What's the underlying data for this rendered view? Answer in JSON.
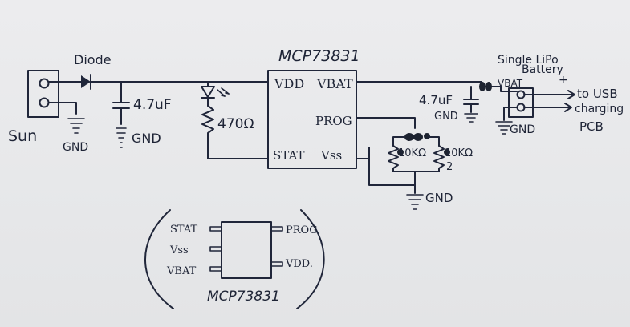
{
  "labels": {
    "chip_title": "MCP73831",
    "chip_title_bottom": "MCP73831",
    "diode": "Diode",
    "sun": "Sun",
    "gnd_left": "GND",
    "gnd_cap_left": "GND",
    "cap_left": "4.7uF",
    "resistor_led": "470Ω",
    "cap_right": "4.7uF",
    "gnd_cap_right": "GND",
    "battery_1": "Single LiPo",
    "battery_2": "Battery",
    "vbat_batt": "VBAT",
    "plus": "+",
    "to_usb": "to USB",
    "charging": "charging",
    "pcb": "PCB",
    "gnd_batt": "GND",
    "res_a": "10KΩ",
    "res_b": "10KΩ",
    "res_b_num": "2",
    "gnd_bottom": "GND"
  },
  "pins": {
    "vdd": "VDD",
    "vbat": "VBAT",
    "prog": "PROG",
    "stat": "STAT",
    "vss": "Vss"
  },
  "package": {
    "left": [
      "STAT",
      "Vss",
      "VBAT"
    ],
    "right": [
      "PROG",
      "VDD."
    ]
  }
}
